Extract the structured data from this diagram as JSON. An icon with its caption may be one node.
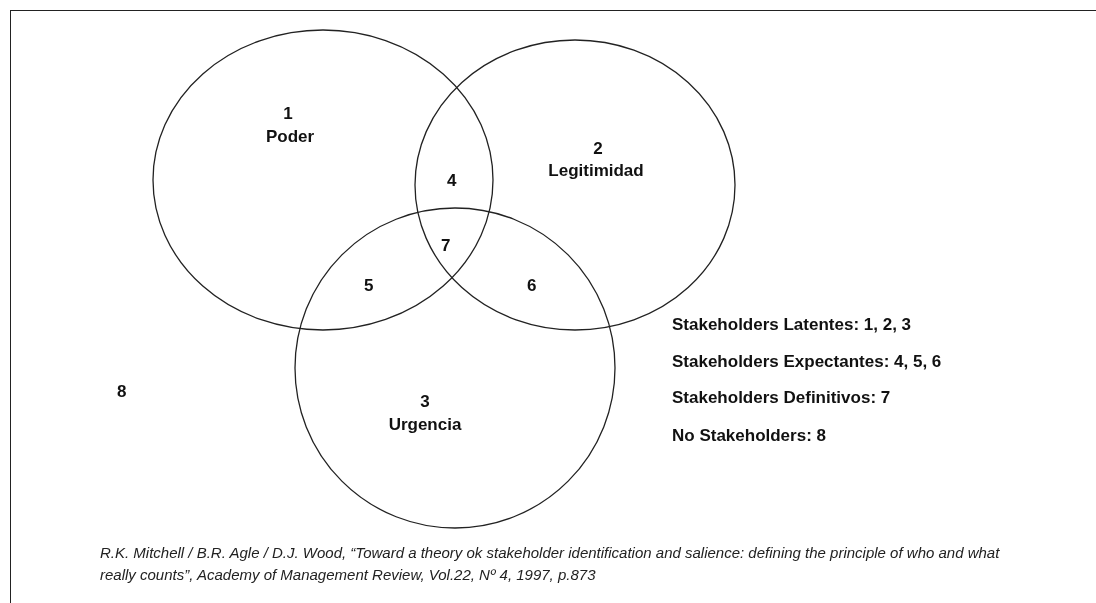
{
  "diagram": {
    "caption": "R.K. Mitchell / B.R. Agle / D.J. Wood, “Toward a theory ok stakeholder identification and salience: defining the principle of who and what really counts”, Academy of Management Review, Vol.22, Nº 4, 1997, p.873",
    "nodes": [
      {
        "text": [
          "1",
          "Poder"
        ]
      },
      {
        "text": [
          "2",
          "Legitimidad"
        ]
      },
      {
        "text": [
          "3",
          "Urgencia"
        ]
      }
    ],
    "edges": [],
    "labels": [
      "4",
      "7",
      "5",
      "6",
      "8",
      "Stakeholders Latentes:  1, 2, 3",
      "Stakeholders Expectantes:  4, 5, 6",
      "Stakeholders Definitivos:  7",
      "No Stakeholders:  8"
    ]
  }
}
